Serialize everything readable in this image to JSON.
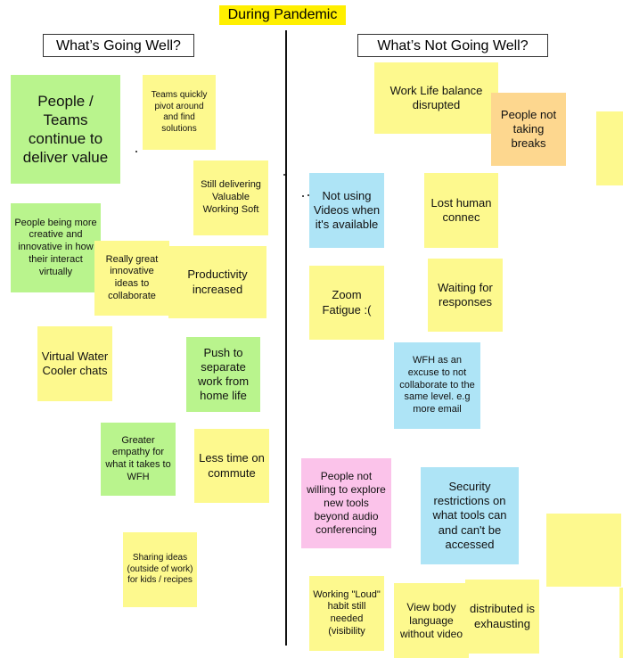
{
  "title": "During Pandemic",
  "headers": {
    "left": "What’s Going Well?",
    "right": "What’s Not Going Well?"
  },
  "colors": {
    "yellow": "#fdf98e",
    "green": "#b9f48d",
    "blue": "#aee4f6",
    "orange": "#fdd78f",
    "pink": "#fbc3ea",
    "title_highlight": "#ffef00"
  },
  "going_well": [
    "People / Teams continue to deliver value",
    "Teams quickly pivot around and find solutions",
    "Still delivering Valuable Working Soft",
    "People being more creative and innovative in how their interact virtually",
    "Really great innovative ideas to collaborate",
    "Productivity increased",
    "Virtual Water Cooler chats",
    "Push to separate work from home life",
    "Greater empathy for what it takes to WFH",
    "Less time on commute",
    "Sharing ideas (outside of work) for kids / recipes"
  ],
  "not_going_well": [
    "Work Life balance disrupted",
    "People not taking breaks",
    "Not using Videos when it's available",
    "Lost human connec",
    "Zoom Fatigue :(",
    "Waiting for responses",
    "WFH as an excuse to not collaborate to the same level. e.g more email",
    "People not willing to explore new tools beyond audio conferencing",
    "Security restrictions on what tools can and can't be accessed",
    "Working \"Loud\" habit still needed (visibility",
    "View body language without video",
    "distributed is exhausting"
  ]
}
